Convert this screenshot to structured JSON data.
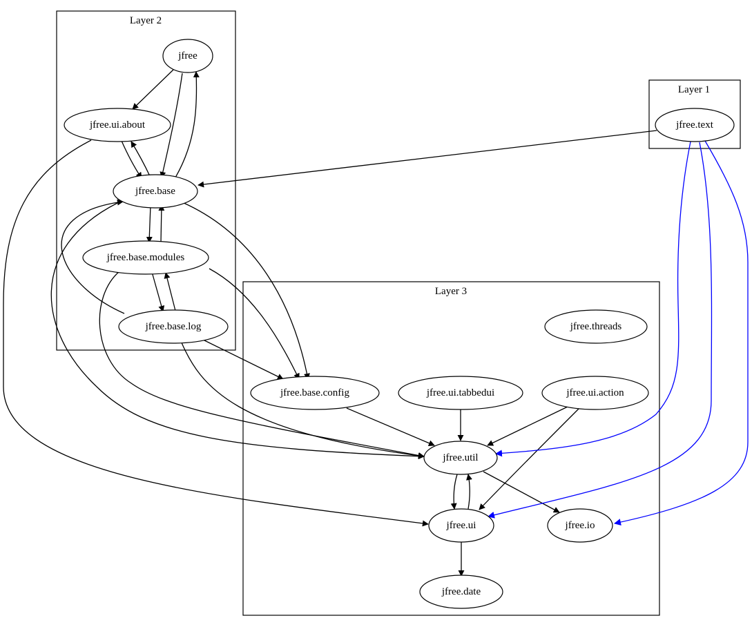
{
  "clusters": {
    "layer2": "Layer 2",
    "layer1": "Layer 1",
    "layer3": "Layer 3"
  },
  "nodes": {
    "jfree": "jfree",
    "ui_about": "jfree.ui.about",
    "base": "jfree.base",
    "base_modules": "jfree.base.modules",
    "base_log": "jfree.base.log",
    "text": "jfree.text",
    "threads": "jfree.threads",
    "base_config": "jfree.base.config",
    "ui_tabbedui": "jfree.ui.tabbedui",
    "ui_action": "jfree.ui.action",
    "util": "jfree.util",
    "ui": "jfree.ui",
    "io": "jfree.io",
    "date": "jfree.date"
  },
  "colors": {
    "edge_default": "#000000",
    "edge_highlight": "#0000ff"
  }
}
